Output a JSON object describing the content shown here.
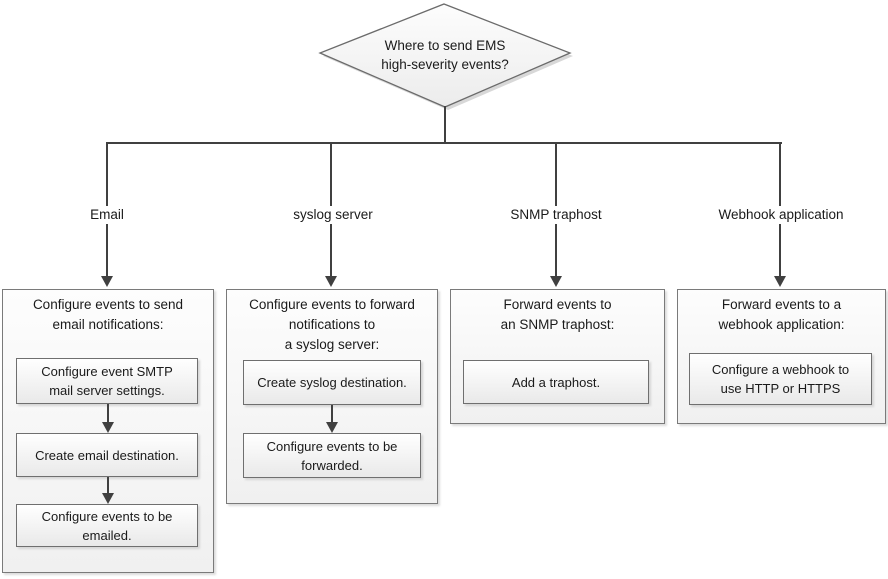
{
  "decision": {
    "question_lines": [
      "Where to send EMS",
      "high-severity events?"
    ]
  },
  "branches": [
    {
      "label": "Email",
      "header_lines": [
        "Configure events to send",
        "email notifications:"
      ],
      "steps": [
        {
          "lines": [
            "Configure event SMTP",
            "mail server settings."
          ]
        },
        {
          "lines": [
            "Create email destination."
          ]
        },
        {
          "lines": [
            "Configure events to be",
            "emailed."
          ]
        }
      ]
    },
    {
      "label": "syslog server",
      "header_lines": [
        "Configure events to forward",
        "notifications to",
        "a syslog server:"
      ],
      "steps": [
        {
          "lines": [
            "Create syslog destination."
          ]
        },
        {
          "lines": [
            "Configure events to be",
            "forwarded."
          ]
        }
      ]
    },
    {
      "label": "SNMP traphost",
      "header_lines": [
        "Forward events to",
        "an SNMP traphost:"
      ],
      "steps": [
        {
          "lines": [
            "Add a traphost."
          ]
        }
      ]
    },
    {
      "label": "Webhook application",
      "header_lines": [
        "Forward events to a",
        "webhook application:"
      ],
      "steps": [
        {
          "lines": [
            "Configure a webhook to",
            "use HTTP or HTTPS"
          ]
        }
      ]
    }
  ],
  "colors": {
    "connector": "#404040",
    "step_border": "#6f6f6f",
    "container_border": "#7a7a7a",
    "fill_top": "#ffffff",
    "fill_bottom": "#e9e9e9",
    "shadow": "#d6d6d6",
    "text": "#1a1a1a",
    "background": "#ffffff"
  }
}
